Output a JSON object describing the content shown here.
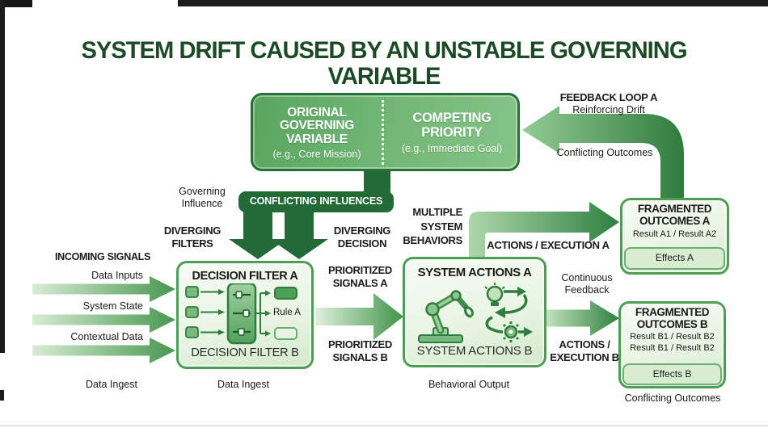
{
  "title": "SYSTEM DRIFT CAUSED BY AN UNSTABLE GOVERNING VARIABLE",
  "colors": {
    "title_green": "#1c4a26",
    "dark_green": "#226b36",
    "mid_green": "#4d9d55",
    "light_box_fill": "#e9f5e4",
    "text_black": "#1b1b1b",
    "white": "#ffffff"
  },
  "central_box": {
    "left_heading": "ORIGINAL\nGOVERNING\nVARIABLE",
    "left_sub": "(e.g., Core Mission)",
    "right_heading": "COMPETING\nPRIORITY",
    "right_sub": "(e.g., Immediate Goal)"
  },
  "feedback_loop": {
    "title": "FEEDBACK LOOP A",
    "subtitle": "Reinforcing Drift",
    "outcome_note": "Conflicting Outcomes"
  },
  "influences": {
    "governing": "Governing\nInfluence",
    "banner": "CONFLICTING INFLUENCES",
    "diverging_filters": "DIVERGING\nFILTERS",
    "diverging_decision": "DIVERGING\nDECISION"
  },
  "incoming": {
    "title": "INCOMING SIGNALS",
    "signals": [
      "Data Inputs",
      "System State",
      "Contextual Data"
    ],
    "footer": "Data Ingest"
  },
  "decision_filter": {
    "title_a": "DECISION FILTER A",
    "title_b": "DECISION FILTER B",
    "rule_label": "Rule A",
    "footer": "Data Ingest"
  },
  "prioritized": {
    "signals_a": "PRIORITIZED\nSIGNALS A",
    "signals_b": "PRIORITIZED\nSIGNALS B"
  },
  "system_actions": {
    "title_a": "SYSTEM ACTIONS A",
    "title_b": "SYSTEM ACTIONS B",
    "behaviors_label": "MULTIPLE\nSYSTEM\nBEHAVIORS",
    "footer": "Behavioral Output"
  },
  "execution": {
    "actions_a": "ACTIONS / EXECUTION A",
    "actions_b": "ACTIONS /\nEXECUTION B",
    "continuous_feedback": "Continuous\nFeedback"
  },
  "outcomes_a": {
    "title": "FRAGMENTED\nOUTCOMES A",
    "results": "Result A1 / Result A2",
    "effects": "Effects A"
  },
  "outcomes_b": {
    "title": "FRAGMENTED\nOUTCOMES B",
    "results_1": "Result B1 / Result B2",
    "results_2": "Result B1 / Result B2",
    "effects": "Effects B",
    "footer": "Conflicting Outcomes"
  },
  "icons": {
    "filter": "filter-sliders-icon",
    "robot": "robot-arm-icon",
    "flow": "process-flow-icon",
    "lightbulb": "lightbulb-icon",
    "gear": "gear-icon"
  }
}
